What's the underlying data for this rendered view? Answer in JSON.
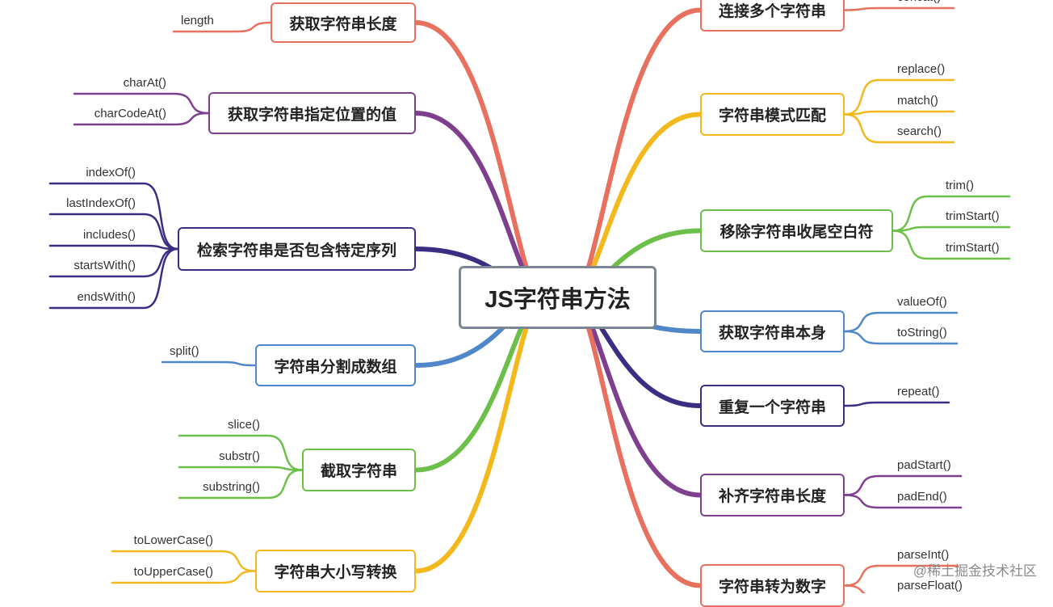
{
  "root": {
    "label": "JS字符串方法"
  },
  "branches": [
    {
      "side": "left",
      "label": "获取字符串长度",
      "color": "#e8705e",
      "leaves": [
        "length"
      ]
    },
    {
      "side": "left",
      "label": "获取字符串指定位置的值",
      "color": "#7e3f8f",
      "leaves": [
        "charAt()",
        "charCodeAt()"
      ]
    },
    {
      "side": "left",
      "label": "检索字符串是否包含特定序列",
      "color": "#3b2d82",
      "leaves": [
        "indexOf()",
        "lastIndexOf()",
        "includes()",
        "startsWith()",
        "endsWith()"
      ]
    },
    {
      "side": "left",
      "label": "字符串分割成数组",
      "color": "#4f87c9",
      "leaves": [
        "split()"
      ]
    },
    {
      "side": "left",
      "label": "截取字符串",
      "color": "#6cc04a",
      "leaves": [
        "slice()",
        "substr()",
        "substring()"
      ]
    },
    {
      "side": "left",
      "label": "字符串大小写转换",
      "color": "#f2b81c",
      "leaves": [
        "toLowerCase()",
        "toUpperCase()"
      ]
    },
    {
      "side": "right",
      "label": "连接多个字符串",
      "color": "#e8705e",
      "leaves": [
        "concat()"
      ]
    },
    {
      "side": "right",
      "label": "字符串模式匹配",
      "color": "#f2b81c",
      "leaves": [
        "replace()",
        "match()",
        "search()"
      ]
    },
    {
      "side": "right",
      "label": "移除字符串收尾空白符",
      "color": "#6cc04a",
      "leaves": [
        "trim()",
        "trimStart()",
        "trimStart()"
      ]
    },
    {
      "side": "right",
      "label": "获取字符串本身",
      "color": "#4f87c9",
      "leaves": [
        "valueOf()",
        "toString()"
      ]
    },
    {
      "side": "right",
      "label": "重复一个字符串",
      "color": "#3b2d82",
      "leaves": [
        "repeat()"
      ]
    },
    {
      "side": "right",
      "label": "补齐字符串长度",
      "color": "#7e3f8f",
      "leaves": [
        "padStart()",
        "padEnd()"
      ]
    },
    {
      "side": "right",
      "label": "字符串转为数字",
      "color": "#e8705e",
      "leaves": [
        "parseInt()",
        "parseFloat()"
      ]
    }
  ],
  "watermark": "@稀土掘金技术社区"
}
